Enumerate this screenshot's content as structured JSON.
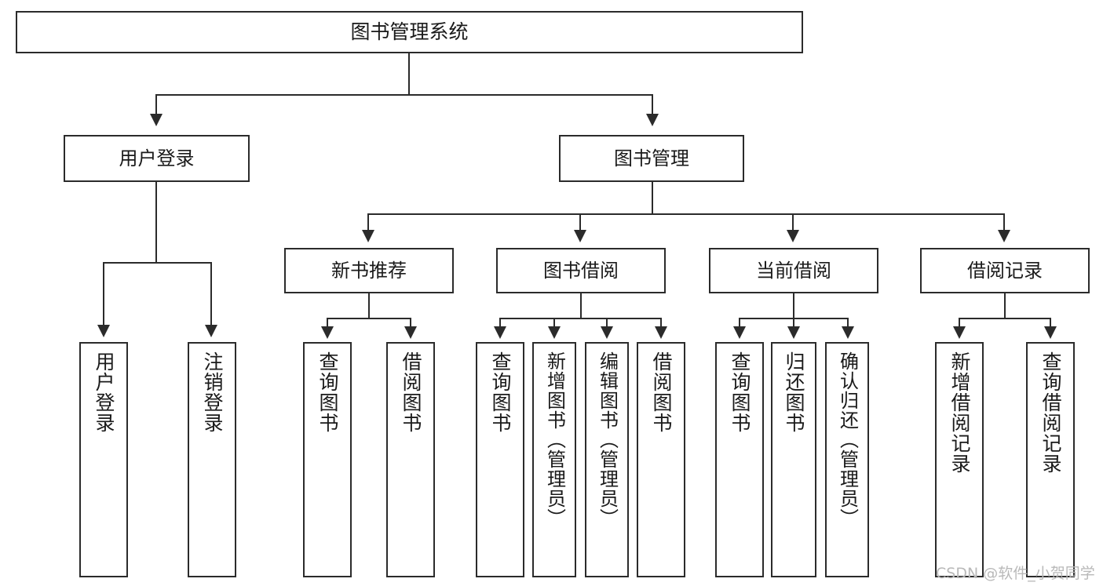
{
  "diagram": {
    "type": "tree-hierarchy",
    "title": "图书管理系统",
    "watermark": "CSDN @软件_小贺同学",
    "colors": {
      "stroke": "#2b2b2b",
      "fill": "#ffffff",
      "text": "#1a1a1a",
      "watermark": "#b9b9b9"
    },
    "nodes": {
      "root": {
        "label": "图书管理系统"
      },
      "level2": [
        {
          "label": "用户登录"
        },
        {
          "label": "图书管理"
        }
      ],
      "level3": [
        {
          "label": "新书推荐"
        },
        {
          "label": "图书借阅"
        },
        {
          "label": "当前借阅"
        },
        {
          "label": "借阅记录"
        }
      ],
      "leaves": {
        "user_login": [
          {
            "label": "用户登录"
          },
          {
            "label": "注销登录"
          }
        ],
        "new_book_recommend": [
          {
            "label": "查询图书"
          },
          {
            "label": "借阅图书"
          }
        ],
        "book_borrow": [
          {
            "label": "查询图书"
          },
          {
            "label": "新增图书（管理员）"
          },
          {
            "label": "编辑图书（管理员）"
          },
          {
            "label": "借阅图书"
          }
        ],
        "current_borrow": [
          {
            "label": "查询图书"
          },
          {
            "label": "归还图书"
          },
          {
            "label": "确认归还（管理员）"
          }
        ],
        "borrow_record": [
          {
            "label": "新增借阅记录"
          },
          {
            "label": "查询借阅记录"
          }
        ]
      }
    }
  }
}
